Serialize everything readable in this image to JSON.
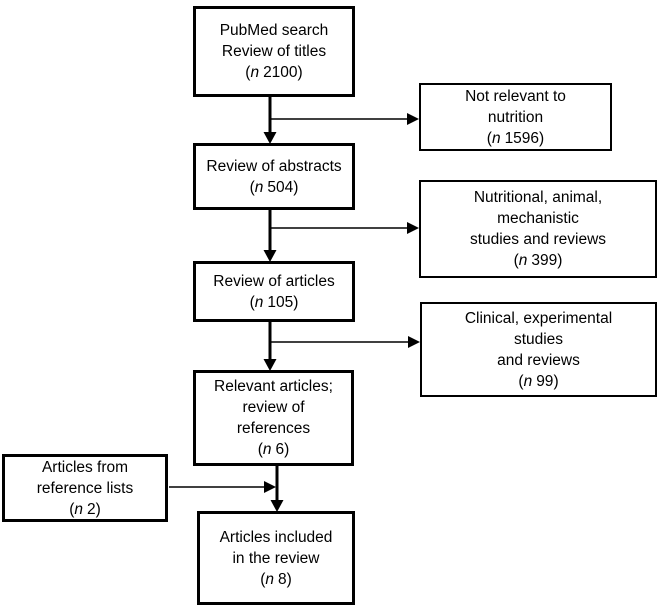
{
  "figure": {
    "type": "flow-diagram",
    "background_color": "#ffffff",
    "line_color": "#000000",
    "text_color": "#000000"
  },
  "symbols": {
    "paren_open": "(",
    "n": "n",
    "paren_close": ")"
  },
  "boxes": {
    "pubmed_search": {
      "lines": [
        "PubMed search",
        "Review of titles"
      ],
      "n_value": "2100"
    },
    "not_relevant": {
      "lines": [
        "Not relevant to",
        "nutrition"
      ],
      "n_value": "1596"
    },
    "review_abstracts": {
      "lines": [
        "Review of abstracts"
      ],
      "n_value": "504"
    },
    "nutritional_excluded": {
      "lines": [
        "Nutritional, animal,",
        "mechanistic",
        "studies and reviews"
      ],
      "n_value": "399"
    },
    "review_articles": {
      "lines": [
        "Review of articles"
      ],
      "n_value": "105"
    },
    "clinical_excluded": {
      "lines": [
        "Clinical, experimental",
        "studies",
        "and reviews"
      ],
      "n_value": "99"
    },
    "relevant_articles": {
      "lines": [
        "Relevant articles;",
        "review of",
        "references"
      ],
      "n_value": "6"
    },
    "reference_lists": {
      "lines": [
        "Articles from",
        "reference lists"
      ],
      "n_value": "2"
    },
    "included": {
      "lines": [
        "Articles included",
        "in the review"
      ],
      "n_value": "8"
    }
  }
}
